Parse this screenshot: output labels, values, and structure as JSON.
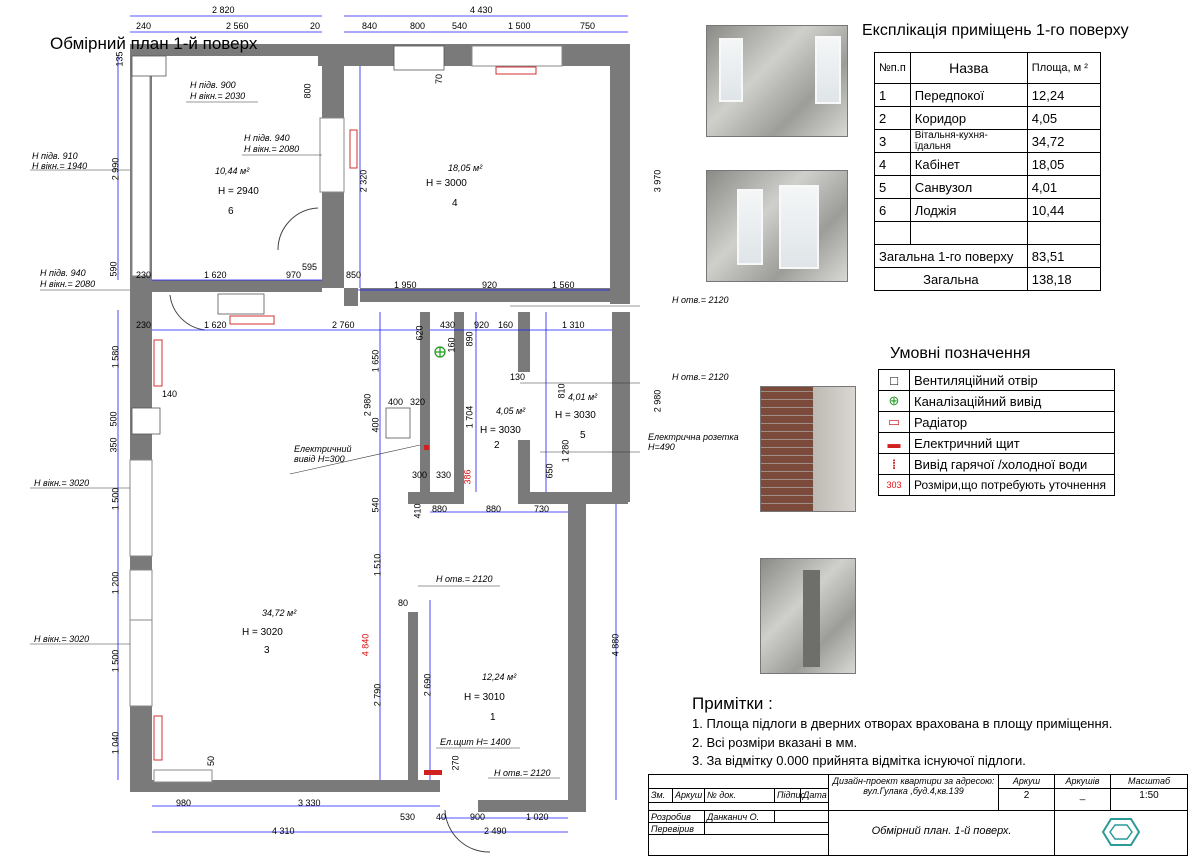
{
  "plan_title": "Обмірний план 1-й поверх",
  "explication": {
    "title": "Експлікація приміщень 1-го поверху",
    "headers": {
      "num": "№п.п",
      "name": "Назва",
      "area": "Площа, м ²"
    },
    "rows": [
      {
        "num": "1",
        "name": "Передпокої",
        "area": "12,24"
      },
      {
        "num": "2",
        "name": "Коридор",
        "area": "4,05"
      },
      {
        "num": "3",
        "name": "Вітальня-кухня-їдальня",
        "area": "34,72"
      },
      {
        "num": "4",
        "name": "Кабінет",
        "area": "18,05"
      },
      {
        "num": "5",
        "name": "Санвузол",
        "area": "4,01"
      },
      {
        "num": "6",
        "name": "Лоджія",
        "area": "10,44"
      }
    ],
    "total_floor_label": "Загальна 1-го поверху",
    "total_floor": "83,51",
    "total_label": "Загальна",
    "total": "138,18"
  },
  "legend": {
    "title": "Умовні позначення",
    "items": [
      {
        "symbol": "□",
        "text": "Вентиляційний отвір"
      },
      {
        "symbol": "⊕",
        "text": "Каналізаційний вивід"
      },
      {
        "symbol": "▭",
        "text": "Радіатор"
      },
      {
        "symbol": "▬",
        "text": "Електричний щит"
      },
      {
        "symbol": "⁞",
        "text": "Вивід гарячої /холодної води"
      },
      {
        "symbol": "303",
        "text": "Розміри,що потребують уточнення"
      }
    ]
  },
  "notes": {
    "title": "Примітки :",
    "items": [
      "1. Площа підлоги в дверних отворах врахована в площу приміщення.",
      "2. Всі розміри вказані в мм.",
      "3. За відмітку 0.000 прийнята відмітка існуючої підлоги."
    ]
  },
  "stamp": {
    "cols": [
      "Зм.",
      "Аркуш",
      "№ док.",
      "Підпис",
      "Дата"
    ],
    "project": "Дизайн-проект квартири за адресою: вул.Гулака ,буд.4,кв.139",
    "sheet_label": "Аркуш",
    "sheets_label": "Аркушів",
    "scale_label": "Масштаб",
    "sheet": "2",
    "sheets": "_",
    "scale": "1:50",
    "developed_label": "Розробив",
    "developer": "Данканич О.",
    "checked_label": "Перевірив",
    "drawing_title": "Обмірний план. 1-й поверх."
  },
  "rooms": [
    {
      "id": "6",
      "area": "10,44 м²",
      "height": "Н = 2940"
    },
    {
      "id": "4",
      "area": "18,05 м²",
      "height": "Н = 3000"
    },
    {
      "id": "2",
      "area": "4,05 м²",
      "height": "Н = 3030"
    },
    {
      "id": "5",
      "area": "4,01 м²",
      "height": "Н = 3030"
    },
    {
      "id": "3",
      "area": "34,72 м²",
      "height": "Н = 3020"
    },
    {
      "id": "1",
      "area": "12,24 м²",
      "height": "Н = 3010"
    }
  ],
  "annotations": [
    "Н підв. 900",
    "Н вікн.= 2030",
    "Н підв. 940",
    "Н вікн.= 2080",
    "Н підв. 910",
    "Н вікн.= 1940",
    "Н підв. 940",
    "Н вікн.= 2080",
    "Н отв.= 2120",
    "Н отв.= 2120",
    "Н вікн.= 3020",
    "Н вікн.= 3020",
    "Н отв.= 2120",
    "Н отв.= 2120",
    "Ел.щит Н= 1400",
    "Електричний вивід Н=300",
    "Електрична розетка Н=490"
  ],
  "dimensions": {
    "top": [
      "2 820",
      "240",
      "2 560",
      "20",
      "4 430",
      "840",
      "800",
      "540",
      "1 500",
      "750"
    ],
    "mid": [
      "230",
      "1 620",
      "970",
      "595",
      "850",
      "1 950",
      "920",
      "1 560",
      "230",
      "1 620",
      "2 760",
      "430",
      "920",
      "160",
      "1 310"
    ],
    "bottom": [
      "980",
      "3 330",
      "530",
      "40",
      "900",
      "1 020",
      "4 310",
      "2 490"
    ],
    "vertical": [
      "135",
      "2 990",
      "590",
      "800",
      "2 320",
      "3 970",
      "1 580",
      "500",
      "350",
      "1 500",
      "1 200",
      "1 500",
      "1 040",
      "2 980",
      "1 650",
      "400",
      "1 704",
      "620",
      "160",
      "890",
      "810",
      "1 280",
      "650",
      "540",
      "1 510",
      "2 790",
      "4 840",
      "2 690",
      "270",
      "4 880",
      "2 980",
      "410"
    ],
    "misc": [
      "400",
      "320",
      "300",
      "330",
      "880",
      "880",
      "730",
      "140",
      "130",
      "50",
      "80",
      "70",
      "386"
    ]
  }
}
